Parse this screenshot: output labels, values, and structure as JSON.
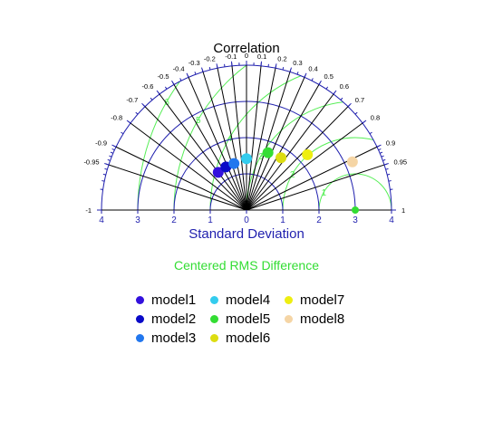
{
  "chart_data": {
    "type": "taylor",
    "title": "Correlation",
    "xlabel": "Standard Deviation",
    "rms_label": "Centered RMS Difference",
    "colors": {
      "axis": "#1f1fae",
      "correlation_lines": "#000000",
      "rms_circles": "#55ee55",
      "text": "#000000"
    },
    "std_ticks": [
      4,
      3,
      2,
      1,
      0,
      1,
      2,
      3,
      4
    ],
    "std_circles": [
      1,
      2,
      3,
      4
    ],
    "max_std": 4,
    "correlation_ticks": [
      {
        "r": -1,
        "label": "-1"
      },
      {
        "r": -0.95,
        "label": "-0.95"
      },
      {
        "r": -0.9,
        "label": "-0.9"
      },
      {
        "r": -0.8,
        "label": "-0.8"
      },
      {
        "r": -0.7,
        "label": "-0.7"
      },
      {
        "r": -0.6,
        "label": "-0.6"
      },
      {
        "r": -0.5,
        "label": "-0.5"
      },
      {
        "r": -0.4,
        "label": "-0.4"
      },
      {
        "r": -0.3,
        "label": "-0.3"
      },
      {
        "r": -0.2,
        "label": "-0.2"
      },
      {
        "r": -0.1,
        "label": "-0.1"
      },
      {
        "r": 0,
        "label": "0"
      },
      {
        "r": 0.1,
        "label": "0.1"
      },
      {
        "r": 0.2,
        "label": "0.2"
      },
      {
        "r": 0.3,
        "label": "0.3"
      },
      {
        "r": 0.4,
        "label": "0.4"
      },
      {
        "r": 0.5,
        "label": "0.5"
      },
      {
        "r": 0.6,
        "label": "0.6"
      },
      {
        "r": 0.7,
        "label": "0.7"
      },
      {
        "r": 0.8,
        "label": "0.8"
      },
      {
        "r": 0.9,
        "label": "0.9"
      },
      {
        "r": 0.95,
        "label": "0.95"
      },
      {
        "r": 1,
        "label": "1"
      }
    ],
    "reference": {
      "std": 3,
      "color": "#33dd33"
    },
    "rms_circles": [
      {
        "radius": 1,
        "label": "1"
      },
      {
        "radius": 2,
        "label": "2"
      },
      {
        "radius": 3,
        "label": "3"
      },
      {
        "radius": 4,
        "label": "4"
      },
      {
        "radius": 5,
        "label": "5"
      },
      {
        "radius": 6,
        "label": "6"
      }
    ],
    "series": [
      {
        "name": "model1",
        "std": 1.3,
        "correlation": -0.6,
        "color": "#3311dd"
      },
      {
        "name": "model2",
        "std": 1.32,
        "correlation": -0.43,
        "color": "#0a0ac8"
      },
      {
        "name": "model3",
        "std": 1.33,
        "correlation": -0.26,
        "color": "#2277ee"
      },
      {
        "name": "model4",
        "std": 1.42,
        "correlation": 0.0,
        "color": "#33ccee"
      },
      {
        "name": "model5",
        "std": 1.69,
        "correlation": 0.35,
        "color": "#33dd33"
      },
      {
        "name": "model6",
        "std": 1.73,
        "correlation": 0.55,
        "color": "#dddd11"
      },
      {
        "name": "model7",
        "std": 2.27,
        "correlation": 0.74,
        "color": "#eeee11"
      },
      {
        "name": "model8",
        "std": 3.21,
        "correlation": 0.91,
        "color": "#f5d5a5"
      }
    ]
  }
}
